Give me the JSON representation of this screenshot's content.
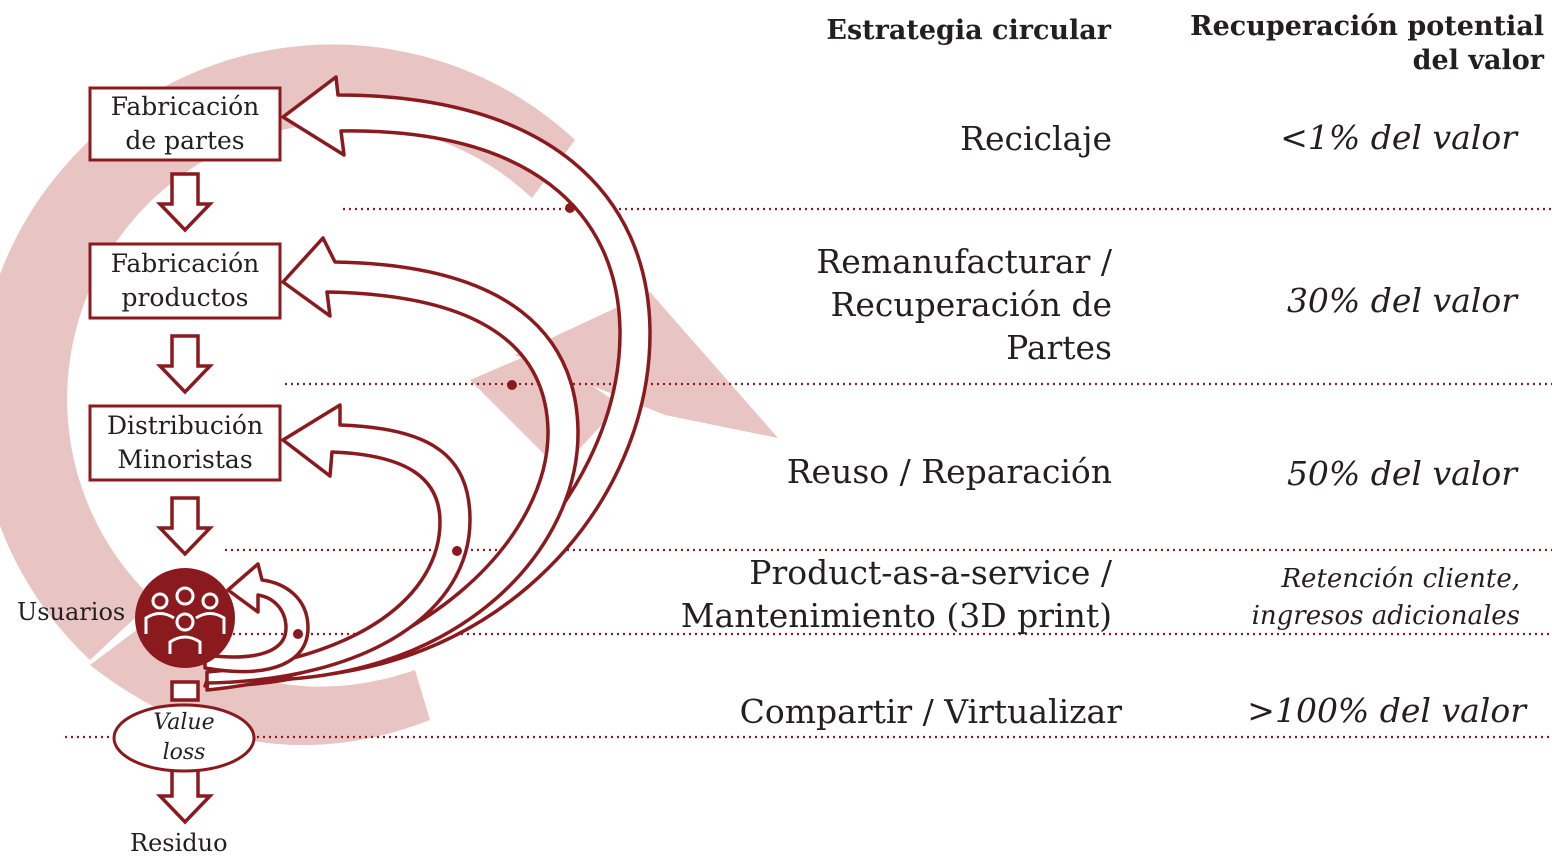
{
  "headers": {
    "strategy": "Estrategia circular",
    "recovery": "Recuperación potential\ndel valor"
  },
  "rows": [
    {
      "strategy": "Reciclaje",
      "value": "<1% del valor"
    },
    {
      "strategy": "Remanufacturar /\nRecuperación de\nPartes",
      "value": "30% del valor"
    },
    {
      "strategy": "Reuso / Reparación",
      "value": "50% del valor"
    },
    {
      "strategy": "Product-as-a-service /\nMantenimiento (3D print)",
      "value": "Retención cliente,\ningresos adicionales"
    },
    {
      "strategy": "Compartir / Virtualizar",
      "value": ">100% del valor"
    }
  ],
  "stages": [
    "Fabricación\nde partes",
    "Fabricación\nproductos",
    "Distribución\nMinoristas"
  ],
  "users_label": "Usuarios",
  "value_loss": "Value\nloss",
  "waste_label": "Residuo",
  "colors": {
    "accent": "#8b1a1f",
    "background_arrow": "#e8c4c3",
    "text": "#231f20"
  },
  "icons": [
    "users-group-icon"
  ]
}
